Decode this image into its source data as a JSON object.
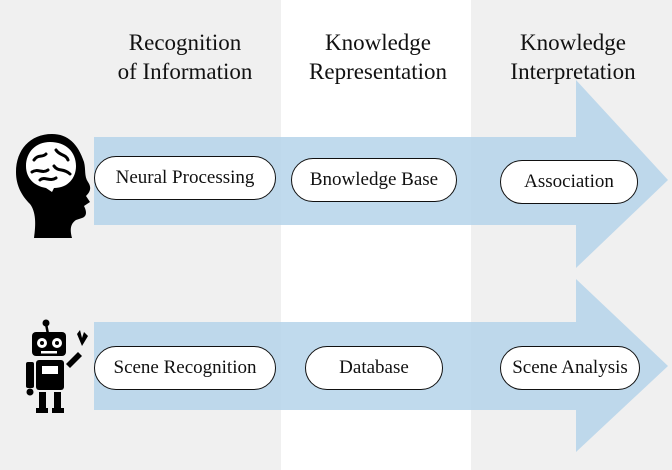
{
  "columns": [
    {
      "line1": "Recognition",
      "line2": "of Information"
    },
    {
      "line1": "Knowledge",
      "line2": "Representation"
    },
    {
      "line1": "Knowledge",
      "line2": "Interpretation"
    }
  ],
  "rows": {
    "human": {
      "icon": "human-head-brain-icon",
      "nodes": [
        "Neural Processing",
        "Bnowledge Base",
        "Association"
      ]
    },
    "machine": {
      "icon": "robot-icon",
      "nodes": [
        "Scene Recognition",
        "Database",
        "Scene Analysis"
      ]
    }
  },
  "colors": {
    "column_shade": "#f0f0f0",
    "arrow_fill": "#b5d3ea",
    "node_border": "#111111",
    "icon_fill": "#000000"
  }
}
